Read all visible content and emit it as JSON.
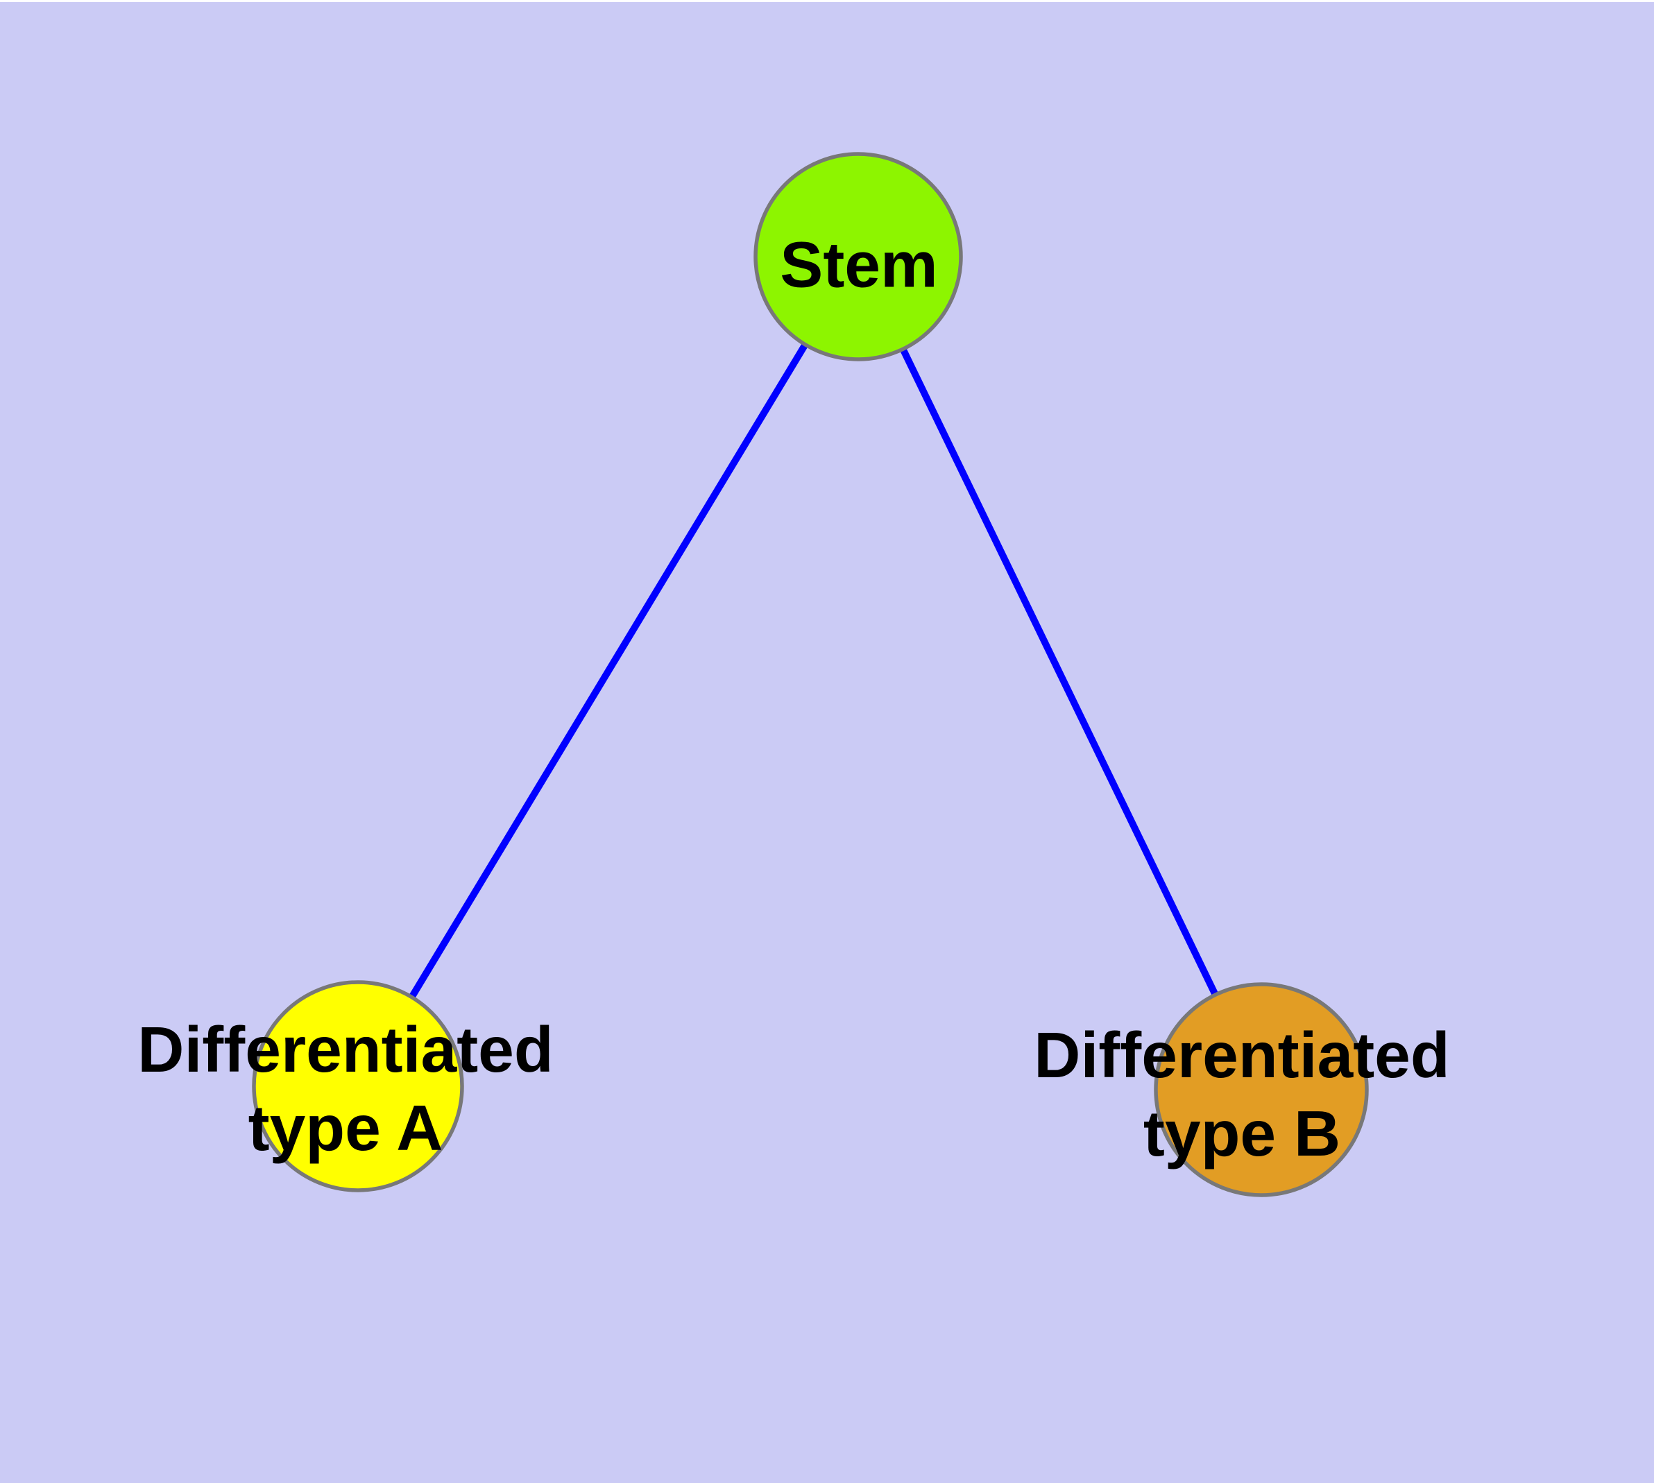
{
  "diagram": {
    "background_color": "#CBCBF5",
    "top_strip_color": "#FFFFFF",
    "edge_color": "#0000FF",
    "node_border_color": "#787878",
    "label_text_color": "#000000",
    "nodes": [
      {
        "id": "stem",
        "label": "Stem",
        "fill": "#8DF500"
      },
      {
        "id": "type-a",
        "label": "Differentiated\ntype A",
        "fill": "#FFFF00"
      },
      {
        "id": "type-b",
        "label": "Differentiated\ntype B",
        "fill": "#E29D24"
      }
    ],
    "edges": [
      {
        "from": "stem",
        "to": "type-a"
      },
      {
        "from": "stem",
        "to": "type-b"
      }
    ]
  }
}
